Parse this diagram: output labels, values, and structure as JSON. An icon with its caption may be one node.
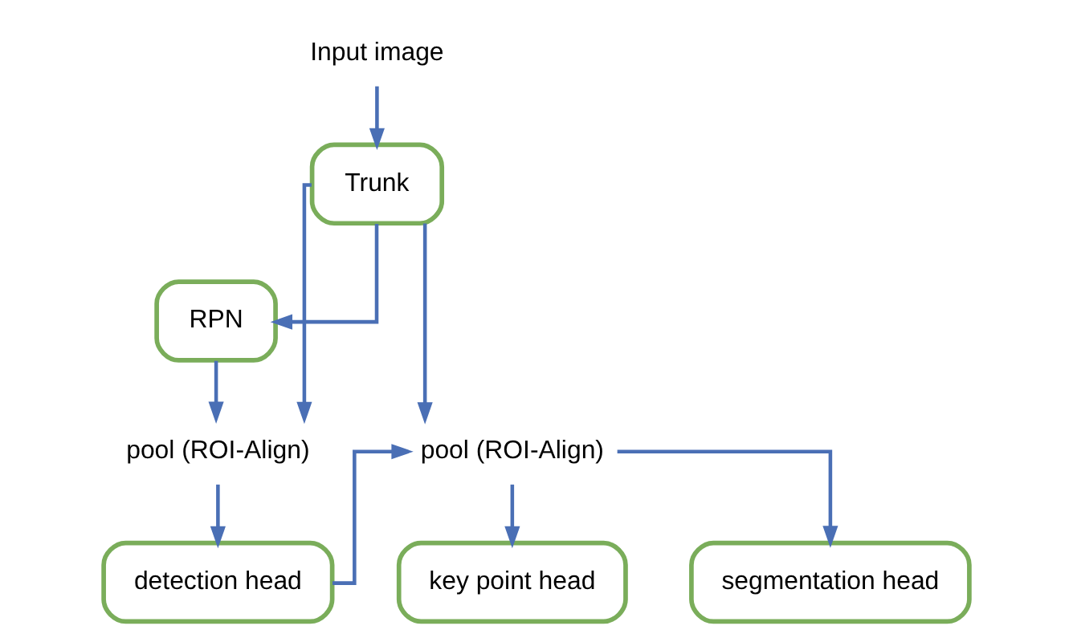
{
  "diagram": {
    "nodes": [
      {
        "text": [
          "Input image"
        ]
      },
      {
        "text": [
          "Trunk"
        ]
      },
      {
        "text": [
          "RPN"
        ]
      },
      {
        "text": [
          "pool (ROI-Align)"
        ]
      },
      {
        "text": [
          "detection head"
        ]
      },
      {
        "text": [
          "pool (ROI-Align)"
        ]
      },
      {
        "text": [
          "key point head"
        ]
      },
      {
        "text": [
          "segmentation head"
        ]
      }
    ],
    "edges": [
      {
        "from": 0,
        "to": 1,
        "arrow": "to"
      },
      {
        "from": 1,
        "to": 2,
        "arrow": "to"
      },
      {
        "from": 1,
        "to": 3,
        "arrow": "to"
      },
      {
        "from": 1,
        "to": 5,
        "arrow": "to"
      },
      {
        "from": 2,
        "to": 3,
        "arrow": "to"
      },
      {
        "from": 3,
        "to": 4,
        "arrow": "to"
      },
      {
        "from": 4,
        "to": 5,
        "arrow": "to"
      },
      {
        "from": 5,
        "to": 6,
        "arrow": "to"
      },
      {
        "from": 5,
        "to": 7,
        "arrow": "to"
      }
    ]
  }
}
